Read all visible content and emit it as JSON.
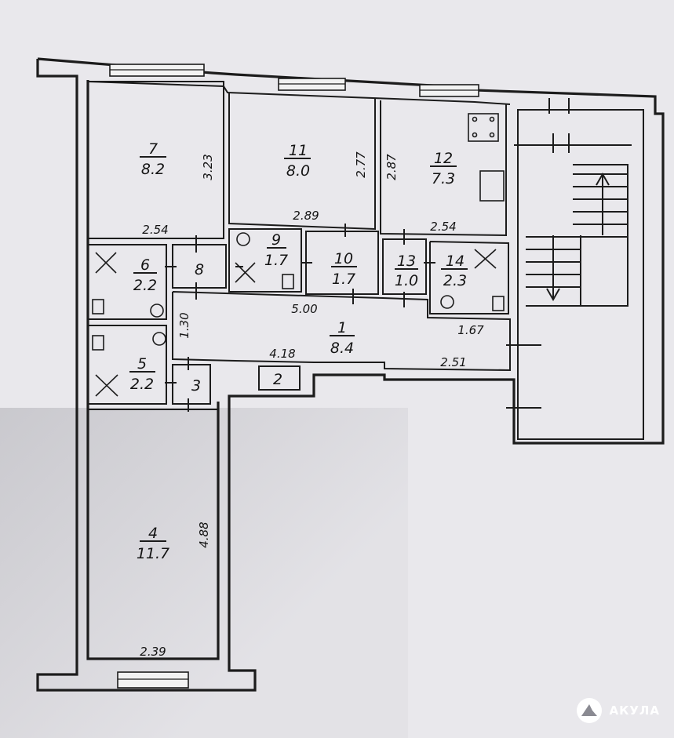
{
  "rooms": [
    {
      "id": "room-1",
      "number": "1",
      "area": "8.4"
    },
    {
      "id": "room-2",
      "number": "2",
      "area": ""
    },
    {
      "id": "room-3",
      "number": "3",
      "area": ""
    },
    {
      "id": "room-4",
      "number": "4",
      "area": "11.7"
    },
    {
      "id": "room-5",
      "number": "5",
      "area": "2.2"
    },
    {
      "id": "room-6",
      "number": "6",
      "area": "2.2"
    },
    {
      "id": "room-7",
      "number": "7",
      "area": "8.2"
    },
    {
      "id": "room-8",
      "number": "8",
      "area": ""
    },
    {
      "id": "room-9",
      "number": "9",
      "area": "1.7"
    },
    {
      "id": "room-10",
      "number": "10",
      "area": "1.7"
    },
    {
      "id": "room-11",
      "number": "11",
      "area": "8.0"
    },
    {
      "id": "room-12",
      "number": "12",
      "area": "7.3"
    },
    {
      "id": "room-13",
      "number": "13",
      "area": "1.0"
    },
    {
      "id": "room-14",
      "number": "14",
      "area": "2.3"
    }
  ],
  "dimensions": {
    "r7_width": "2.54",
    "r7_height": "3.23",
    "r11_width": "2.89",
    "r11_height": "2.77",
    "r12_width": "2.54",
    "r12_height": "2.87",
    "corridor_length": "5.00",
    "corridor_width": "1.30",
    "corridor_lower": "4.18",
    "corridor_right": "2.51",
    "r14_width": "1.67",
    "r4_width": "2.39",
    "r4_height": "4.88"
  },
  "watermark": {
    "text": "АКУЛА",
    "icon": "shark-logo-icon"
  },
  "colors": {
    "paper": "#e9e8ec",
    "ink": "#1c1c1c"
  }
}
